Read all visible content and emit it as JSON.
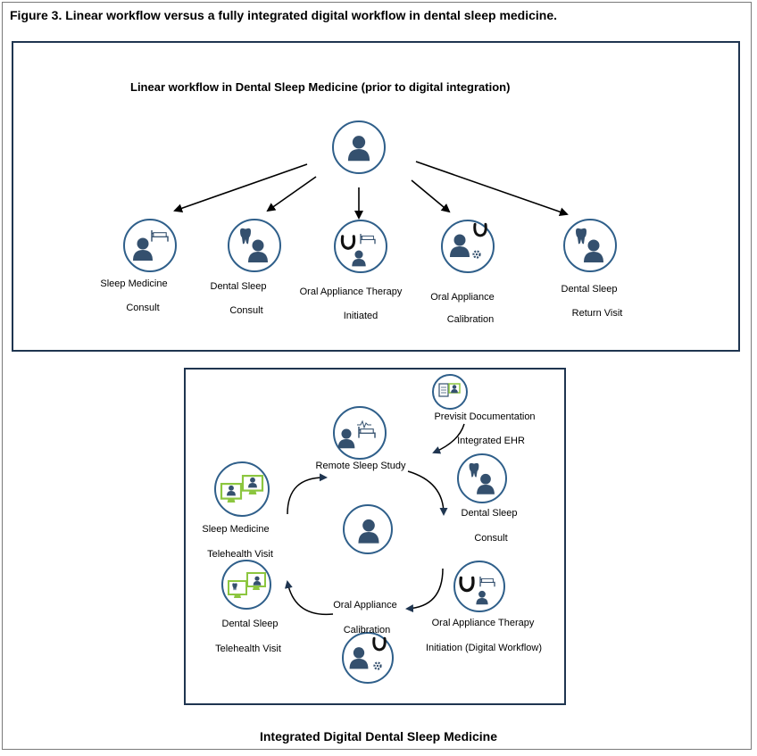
{
  "figure_title": "Figure 3. Linear workflow versus a fully integrated digital workflow in dental sleep medicine.",
  "linear": {
    "title": "Linear workflow in Dental Sleep Medicine (prior to digital integration)",
    "nodes": [
      {
        "line1": "Sleep Medicine",
        "line2": "Consult",
        "icon": "sleep-physician-bed-icon"
      },
      {
        "line1": "Dental Sleep",
        "line2": "Consult",
        "icon": "dentist-tooth-icon"
      },
      {
        "line1": "Oral Appliance Therapy",
        "line2": "Initiated",
        "icon": "oral-appliance-bed-icon"
      },
      {
        "line1": "Oral Appliance",
        "line2": "Calibration",
        "icon": "oral-appliance-calibration-icon"
      },
      {
        "line1": "Dental Sleep",
        "line2": "Return Visit",
        "icon": "dentist-tooth-icon"
      }
    ]
  },
  "integrated": {
    "title": "Integrated Digital Dental Sleep Medicine",
    "previsit": {
      "line1": "Previsit Documentation",
      "line2": "Integrated EHR"
    },
    "remote": {
      "line1": "Remote Sleep Study"
    },
    "dental_consult": {
      "line1": "Dental Sleep",
      "line2": "Consult"
    },
    "oat": {
      "line1": "Oral Appliance Therapy",
      "line2": "Initiation (Digital Workflow)"
    },
    "calibration": {
      "line1": "Oral Appliance",
      "line2": "Calibration"
    },
    "dental_tele": {
      "line1": "Dental Sleep",
      "line2": "Telehealth Visit"
    },
    "sleep_tele": {
      "line1": "Sleep Medicine",
      "line2": "Telehealth Visit"
    }
  },
  "colors": {
    "navy": "#1f3550",
    "icon": "#34506e",
    "green": "#8cc63f",
    "circle_border": "#2f5f8a"
  }
}
